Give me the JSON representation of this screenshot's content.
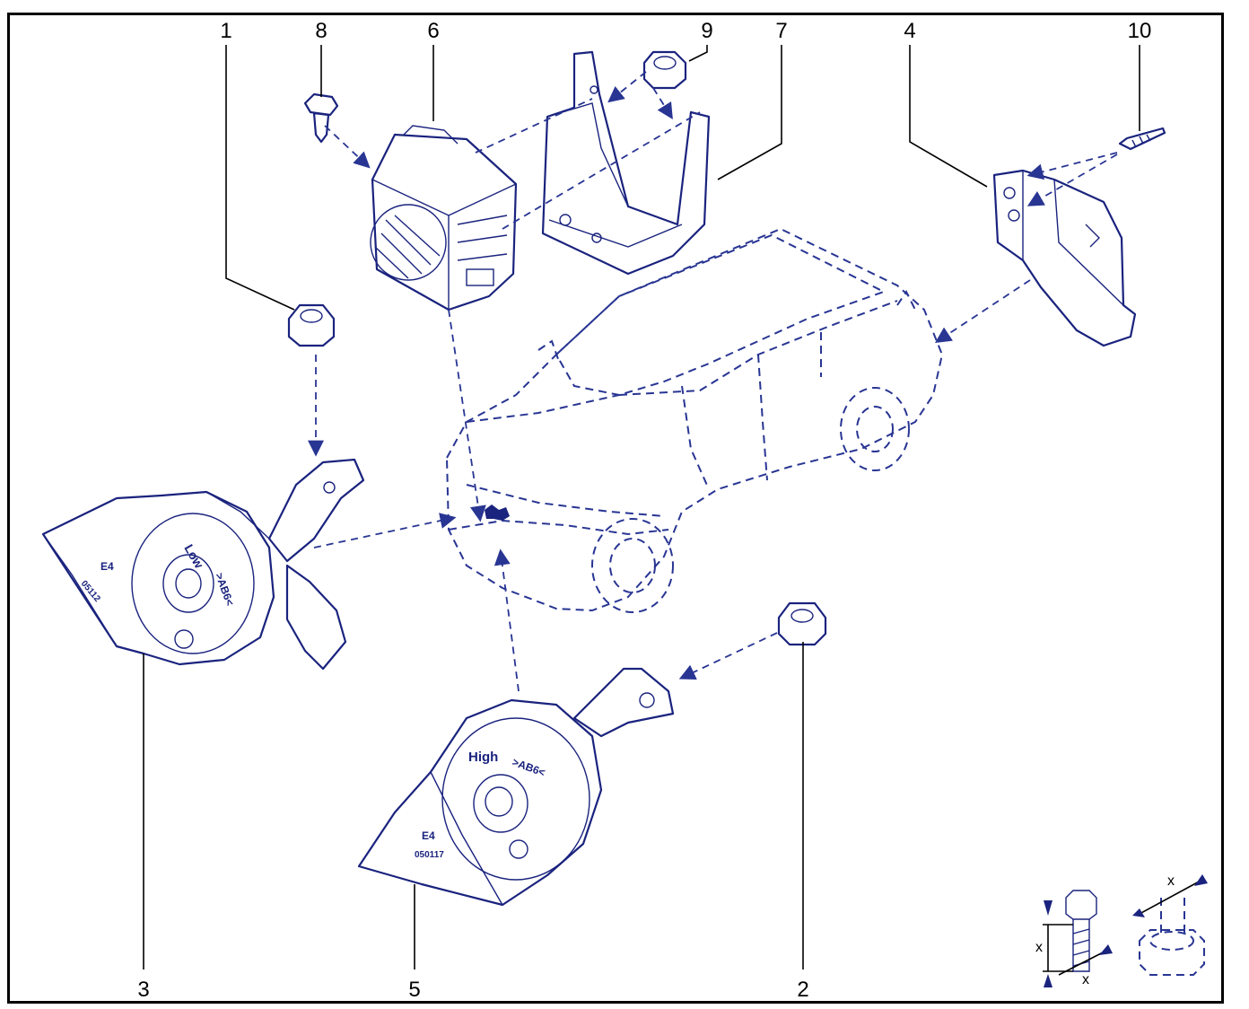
{
  "callouts": {
    "c1": "1",
    "c2": "2",
    "c3": "3",
    "c4": "4",
    "c5": "5",
    "c6": "6",
    "c7": "7",
    "c8": "8",
    "c9": "9",
    "c10": "10"
  },
  "horn_left": {
    "label": "Low",
    "code": ">AB6<",
    "approval": "E4",
    "number": "05112"
  },
  "horn_right": {
    "label": "High",
    "code": ">AB6<",
    "approval": "E4",
    "number": "050117"
  },
  "legend": {
    "dim_label": "x"
  },
  "colors": {
    "line": "#1a237e",
    "dashed": "#283593",
    "frame": "#000000"
  }
}
